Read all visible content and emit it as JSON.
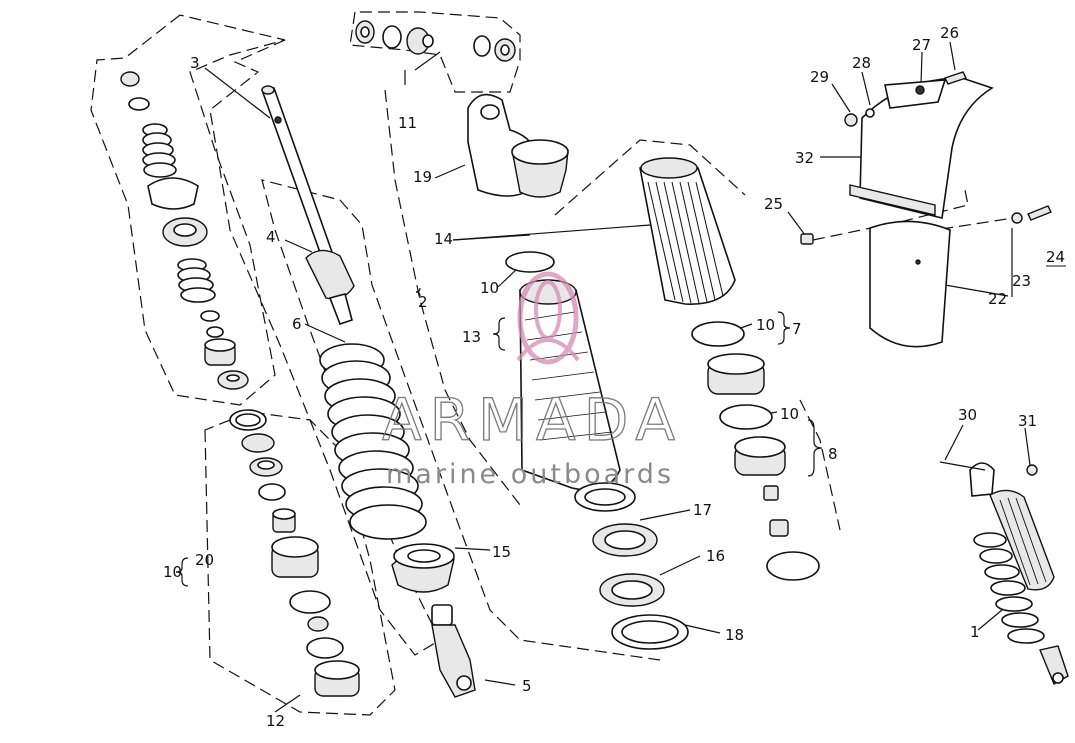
{
  "watermark": {
    "brand": "ARMADA",
    "tagline": "marine outboards",
    "accent_color": "#d58bb4"
  },
  "callouts": [
    {
      "id": "c1",
      "label": "1"
    },
    {
      "id": "c2",
      "label": "2"
    },
    {
      "id": "c3",
      "label": "3"
    },
    {
      "id": "c4",
      "label": "4"
    },
    {
      "id": "c5",
      "label": "5"
    },
    {
      "id": "c6",
      "label": "6"
    },
    {
      "id": "c7",
      "label": "7"
    },
    {
      "id": "c8",
      "label": "8"
    },
    {
      "id": "c10a",
      "label": "10"
    },
    {
      "id": "c10b",
      "label": "10"
    },
    {
      "id": "c10c",
      "label": "10"
    },
    {
      "id": "c10d",
      "label": "10"
    },
    {
      "id": "c11",
      "label": "11"
    },
    {
      "id": "c12",
      "label": "12"
    },
    {
      "id": "c13",
      "label": "13"
    },
    {
      "id": "c14",
      "label": "14"
    },
    {
      "id": "c15",
      "label": "15"
    },
    {
      "id": "c16",
      "label": "16"
    },
    {
      "id": "c17",
      "label": "17"
    },
    {
      "id": "c18",
      "label": "18"
    },
    {
      "id": "c19",
      "label": "19"
    },
    {
      "id": "c20",
      "label": "20"
    },
    {
      "id": "c22",
      "label": "22"
    },
    {
      "id": "c23",
      "label": "23"
    },
    {
      "id": "c24",
      "label": "24"
    },
    {
      "id": "c25",
      "label": "25"
    },
    {
      "id": "c26",
      "label": "26"
    },
    {
      "id": "c27",
      "label": "27"
    },
    {
      "id": "c28",
      "label": "28"
    },
    {
      "id": "c29",
      "label": "29"
    },
    {
      "id": "c30",
      "label": "30"
    },
    {
      "id": "c31",
      "label": "31"
    },
    {
      "id": "c32",
      "label": "32"
    }
  ]
}
